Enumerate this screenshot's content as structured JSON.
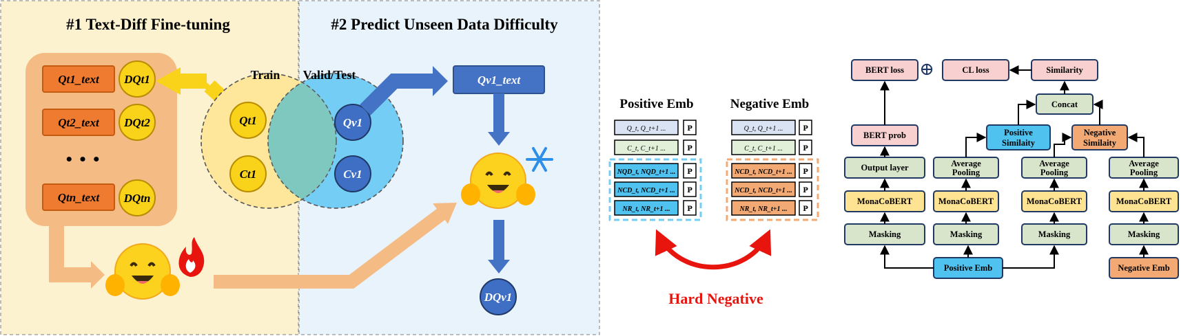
{
  "panel1": {
    "title": "#1 Text-Diff Fine-tuning",
    "question_items": [
      {
        "text": "Qt1_text",
        "difficulty": "DQt1"
      },
      {
        "text": "Qt2_text",
        "difficulty": "DQt2"
      },
      {
        "text": "Qtn_text",
        "difficulty": "DQtn"
      }
    ],
    "ellipsis": "• • •",
    "train_label": "Train",
    "train_nodes": [
      "Qt1",
      "Ct1"
    ]
  },
  "panel2": {
    "title": "#2 Predict Unseen Data Difficulty",
    "valid_label": "Valid/Test",
    "valid_nodes": [
      "Qv1",
      "Cv1"
    ],
    "output_text": "Qv1_text",
    "output_difficulty": "DQv1"
  },
  "panel3": {
    "positive_title": "Positive Emb",
    "negative_title": "Negative Emb",
    "positive_rows": [
      "Q_t, Q_t+1 ...",
      "C_t, C_t+1 ...",
      "NQD_t, NQD_t+1 ...",
      "NCD_t, NCD_t+1 ...",
      "NR_t, NR_t+1 ..."
    ],
    "negative_rows": [
      "Q_t, Q_t+1 ...",
      "C_t, C_t+1 ...",
      "NCD_t, NCD_t+1 ...",
      "NCD_t, NCD_t+1 ...",
      "NR_t, NR_t+1 ..."
    ],
    "p_label": "P",
    "hard_negative": "Hard Negative"
  },
  "panel4": {
    "bert_loss": "BERT loss",
    "plus": "⊕",
    "cl_loss": "CL loss",
    "similarity": "Similarity",
    "concat": "Concat",
    "positive_similarity": [
      "Positive",
      "Similaity"
    ],
    "negative_similarity": [
      "Negative",
      "Similaity"
    ],
    "bert_prob": "BERT prob",
    "output_layer": "Output layer",
    "average_pooling": [
      "Average",
      "Pooling"
    ],
    "monacobert": "MonaCoBERT",
    "masking": "Masking",
    "positive_emb": "Positive Emb",
    "negative_emb": "Negative Emb"
  },
  "colors": {
    "panel1_bg": "#fdf2d0",
    "panel2_bg": "#e9f3fb",
    "orange_box": "#ee7b30",
    "gold_node": "#f9d21a",
    "blue_node": "#3f6fc5",
    "light_blue": "#74cdf5",
    "green_box": "#d8e5cb",
    "yellow_box": "#fee393",
    "pink_box": "#f8d0d0",
    "sky_box": "#4fc2f0",
    "peach_box": "#f3a973",
    "red": "#e8140e"
  }
}
